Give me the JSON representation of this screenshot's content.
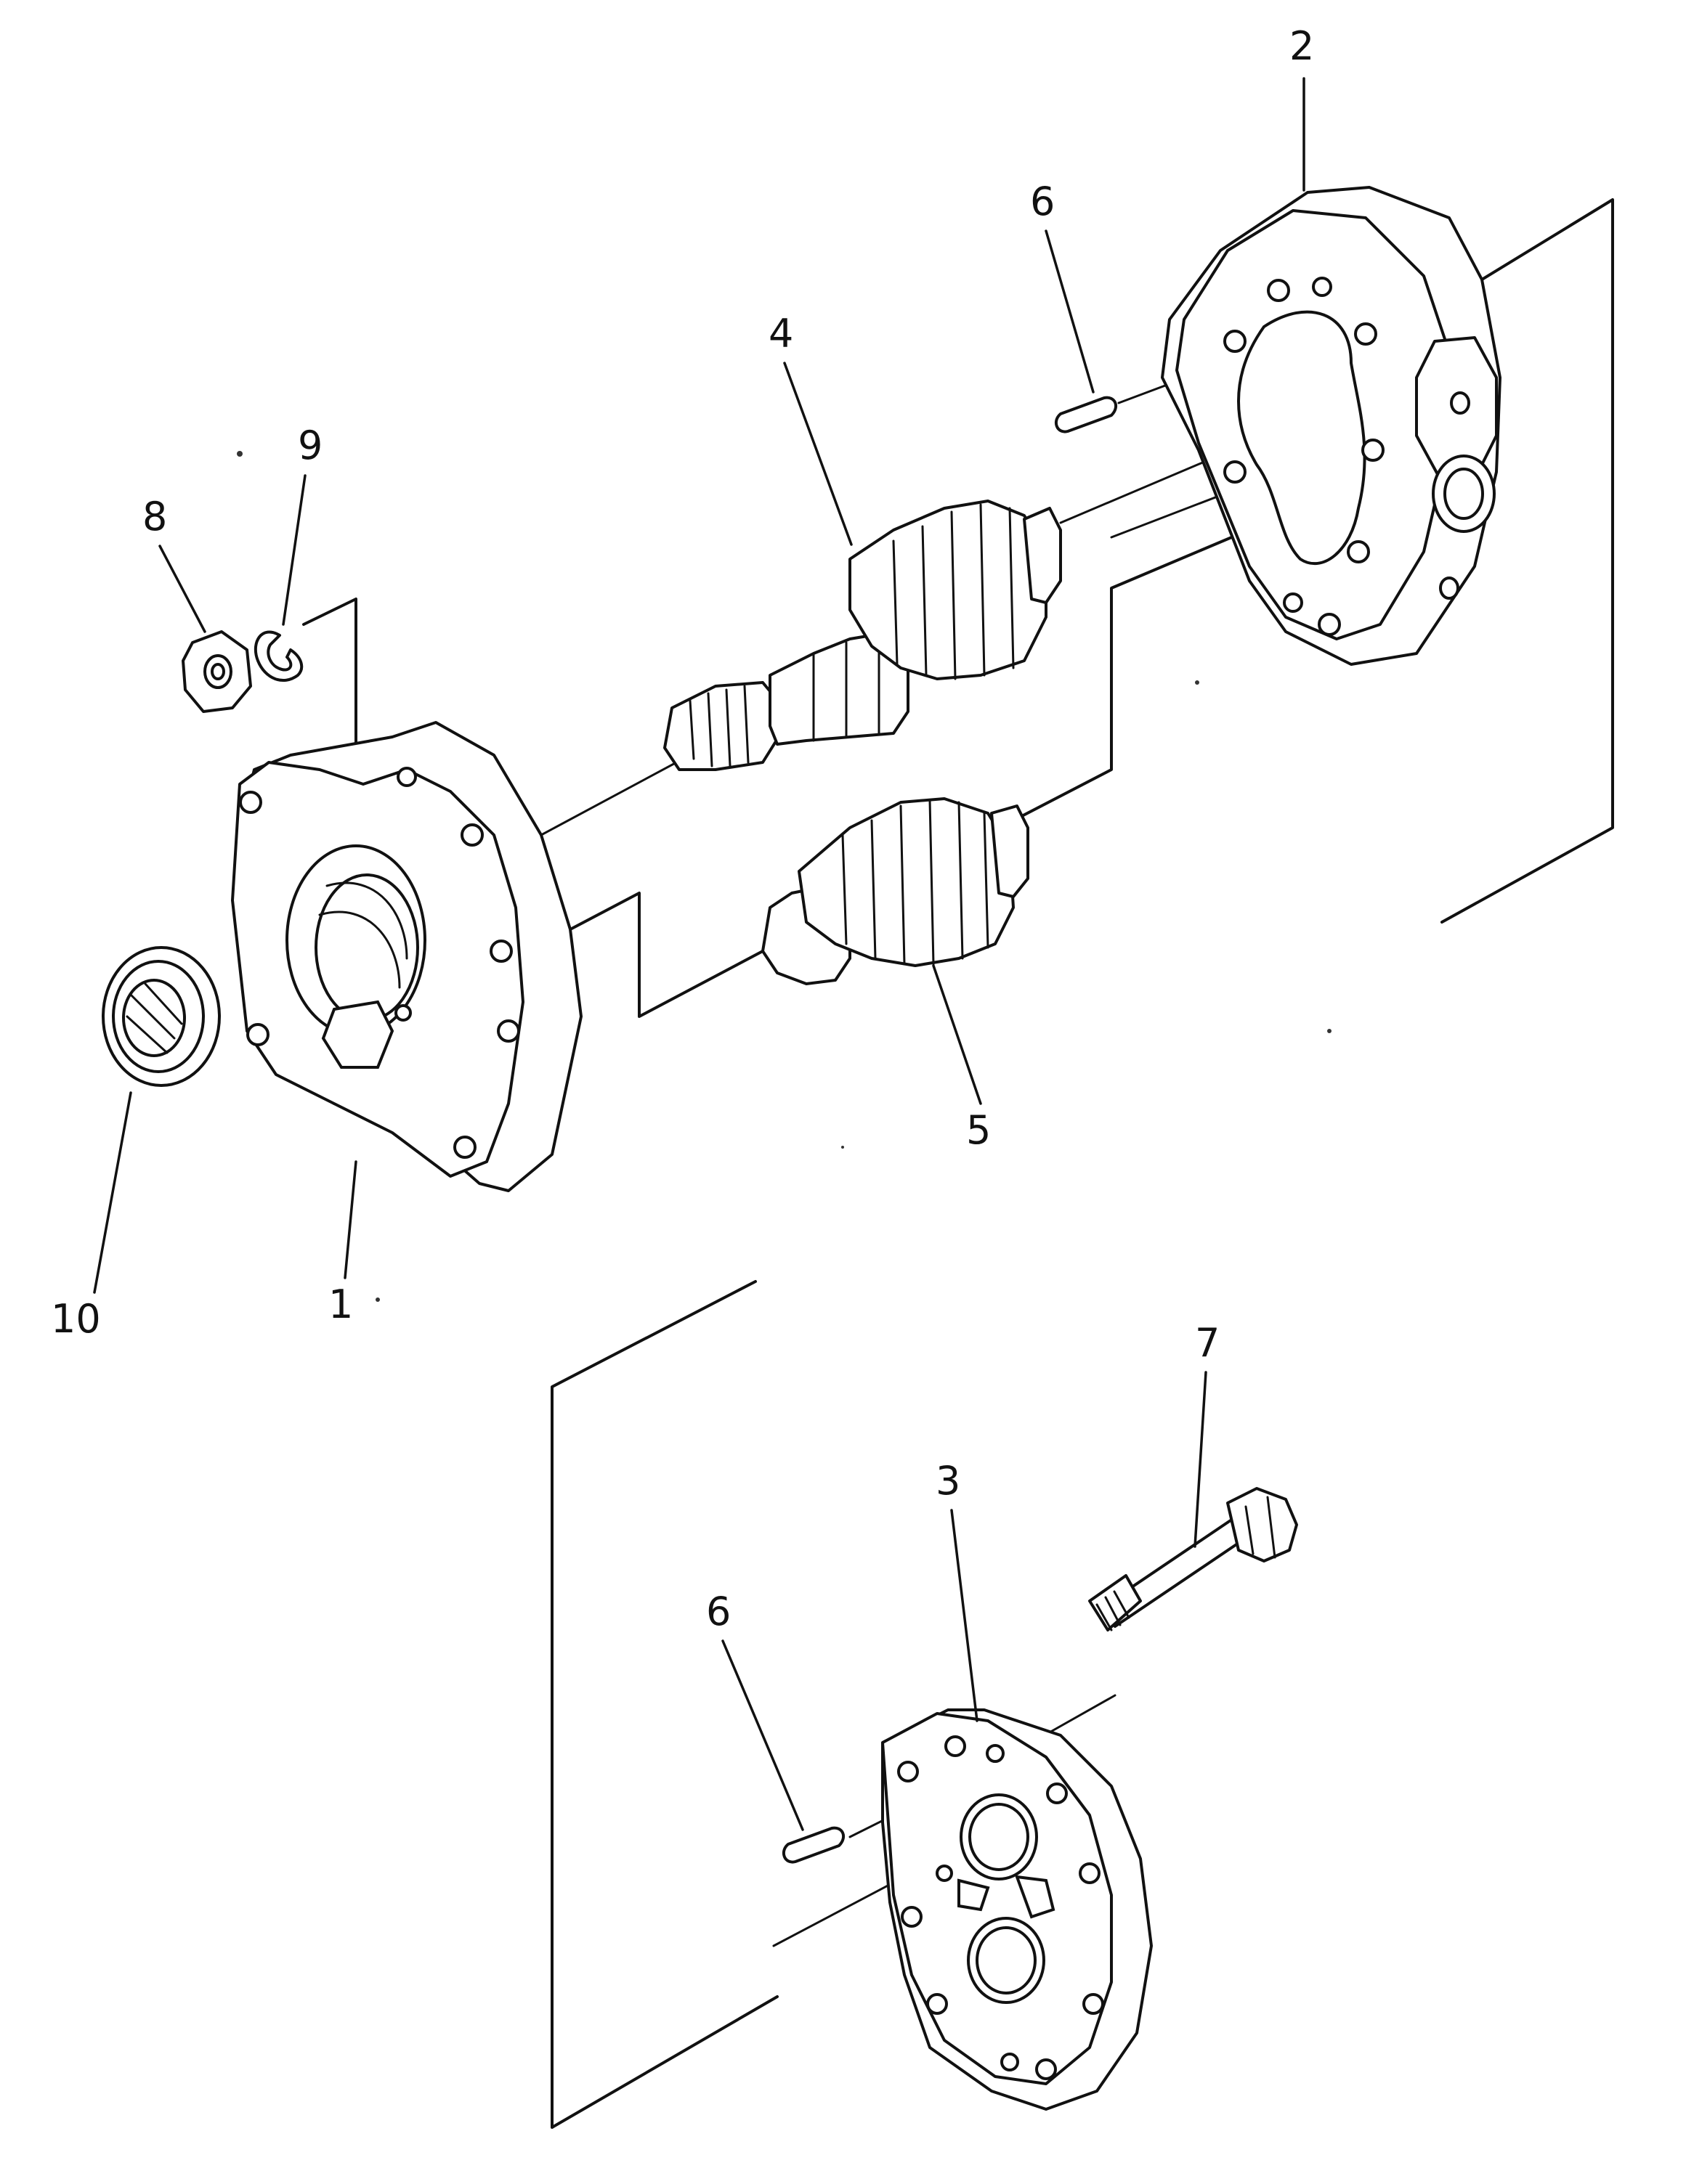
{
  "labels": {
    "p1": "1",
    "p2": "2",
    "p3": "3",
    "p4": "4",
    "p5": "5",
    "p6a": "6",
    "p6b": "6",
    "p7": "7",
    "p8": "8",
    "p9": "9",
    "p10": "10"
  },
  "colors": {
    "ink": "#111111",
    "paper": "#ffffff"
  }
}
